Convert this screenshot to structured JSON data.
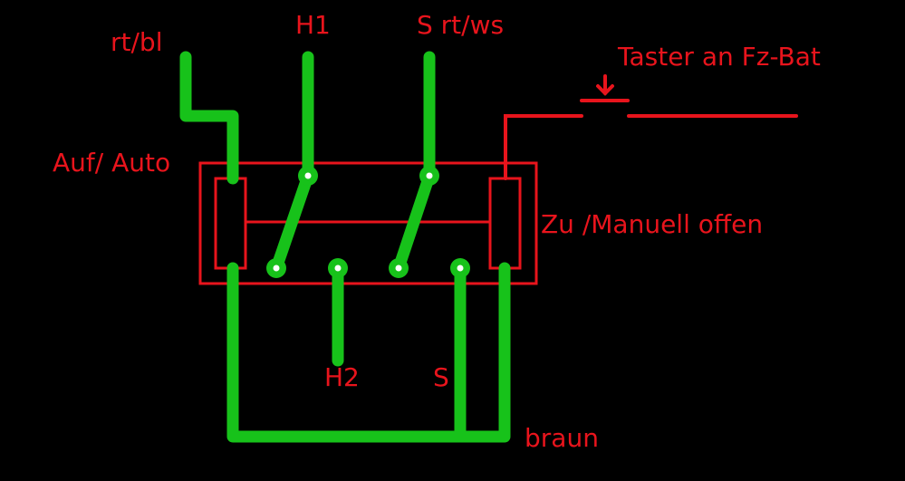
{
  "diagram": {
    "type": "wiring-schematic",
    "colors": {
      "background": "#000000",
      "wire": "#17c21a",
      "outline": "#e8141c",
      "label": "#e8141c"
    },
    "labels": {
      "rt_bl": "rt/bl",
      "h1": "H1",
      "s_rt_ws": "S rt/ws",
      "taster": "Taster an Fz-Bat",
      "auf_auto": "Auf/ Auto",
      "zu_manuell": "Zu /Manuell offen",
      "h2": "H2",
      "s": "S",
      "braun": "braun"
    },
    "components": [
      "switch-housing",
      "coil-left",
      "coil-right",
      "pushbutton-taster",
      "contact-lever-1",
      "contact-lever-2"
    ]
  }
}
